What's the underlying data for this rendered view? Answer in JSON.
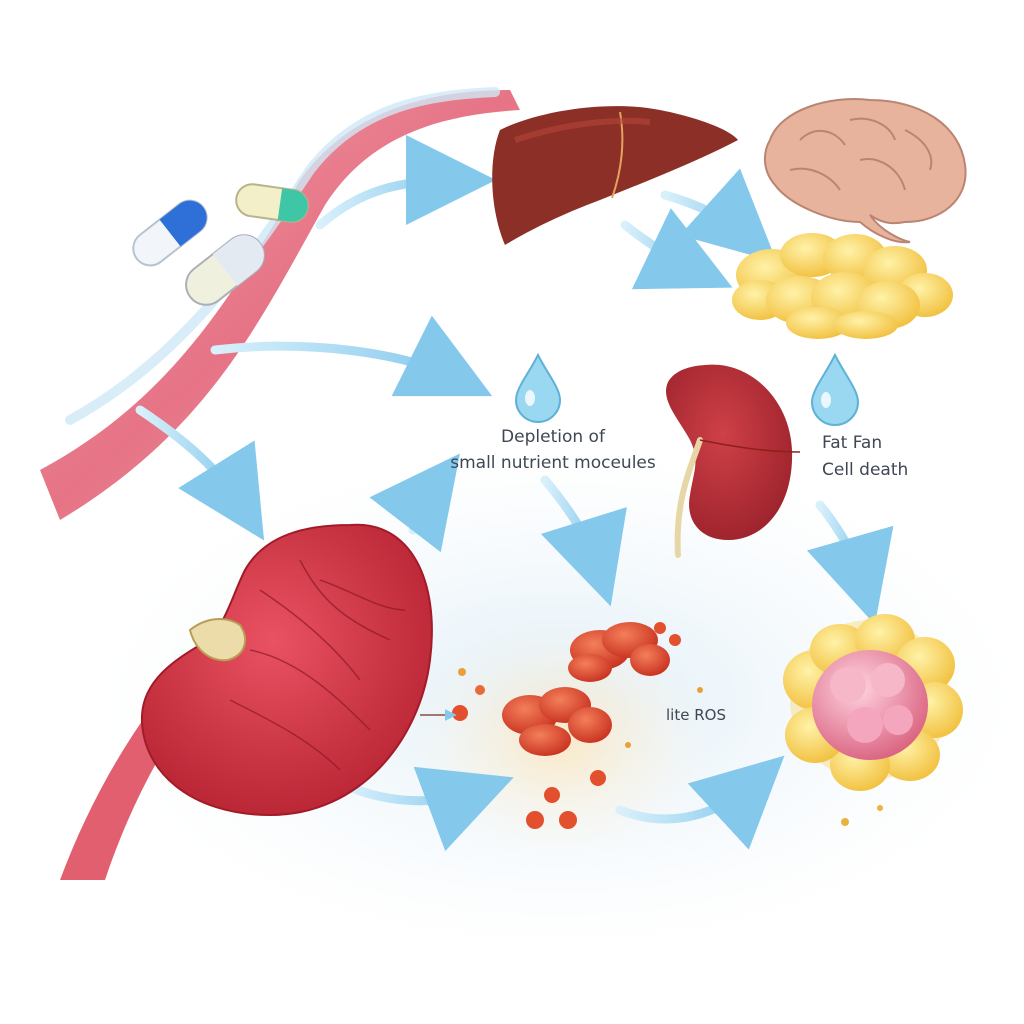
{
  "labels": {
    "depletion_line1": "Depletion of",
    "depletion_line2": "small nutrient moceules",
    "fat_line1": "Fat Fan",
    "fat_line2": "Cell death",
    "ros": "lite ROS"
  },
  "colors": {
    "vessel": "#e5677a",
    "arrow": "#8fd0ee",
    "liver": "#8c2f26",
    "brain": "#e8b39d",
    "fat": "#f6cf52",
    "kidney": "#c9303b",
    "ros": "#e2502d",
    "water": "#7cc6e6"
  }
}
